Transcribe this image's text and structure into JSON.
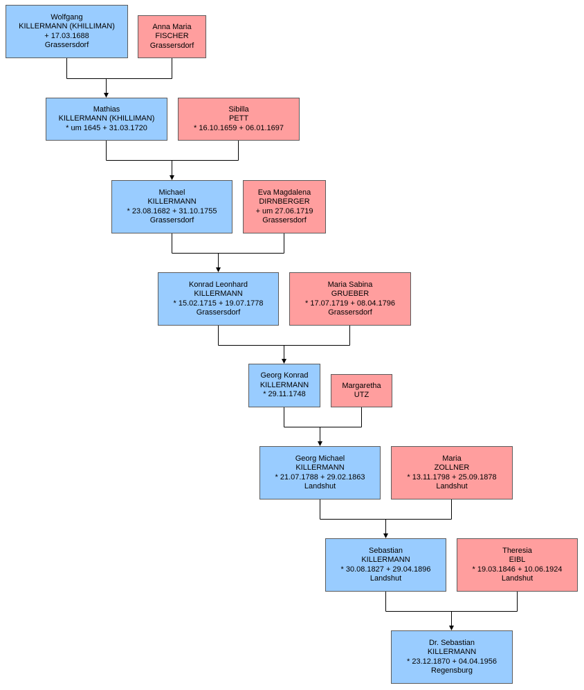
{
  "colors": {
    "male": "#99ccff",
    "female": "#ff9e9e",
    "line": "#000000"
  },
  "generations": [
    {
      "person": {
        "lines": [
          "Wolfgang",
          "KILLERMANN (KHILLIMAN)",
          "+ 17.03.1688",
          "Grassersdorf"
        ]
      },
      "spouse": {
        "lines": [
          "Anna Maria",
          "FISCHER",
          "Grassersdorf"
        ]
      }
    },
    {
      "person": {
        "lines": [
          "Mathias",
          "KILLERMANN (KHILLIMAN)",
          "* um 1645  + 31.03.1720"
        ]
      },
      "spouse": {
        "lines": [
          "Sibilla",
          "PETT",
          "* 16.10.1659  + 06.01.1697"
        ]
      }
    },
    {
      "person": {
        "lines": [
          "Michael",
          "KILLERMANN",
          "* 23.08.1682  + 31.10.1755",
          "Grassersdorf"
        ]
      },
      "spouse": {
        "lines": [
          "Eva Magdalena",
          "DIRNBERGER",
          "+ um 27.06.1719",
          "Grassersdorf"
        ]
      }
    },
    {
      "person": {
        "lines": [
          "Konrad Leonhard",
          "KILLERMANN",
          "* 15.02.1715  + 19.07.1778",
          "Grassersdorf"
        ]
      },
      "spouse": {
        "lines": [
          "Maria Sabina",
          "GRUEBER",
          "* 17.07.1719  + 08.04.1796",
          "Grassersdorf"
        ]
      }
    },
    {
      "person": {
        "lines": [
          "Georg Konrad",
          "KILLERMANN",
          "* 29.11.1748"
        ]
      },
      "spouse": {
        "lines": [
          "Margaretha",
          "UTZ"
        ]
      }
    },
    {
      "person": {
        "lines": [
          "Georg Michael",
          "KILLERMANN",
          "* 21.07.1788  + 29.02.1863",
          "Landshut"
        ]
      },
      "spouse": {
        "lines": [
          "Maria",
          "ZOLLNER",
          "* 13.11.1798  + 25.09.1878",
          "Landshut"
        ]
      }
    },
    {
      "person": {
        "lines": [
          "Sebastian",
          "KILLERMANN",
          "* 30.08.1827  + 29.04.1896",
          "Landshut"
        ]
      },
      "spouse": {
        "lines": [
          "Theresia",
          "EIBL",
          "* 19.03.1846  + 10.06.1924",
          "Landshut"
        ]
      }
    },
    {
      "person": {
        "lines": [
          "Dr. Sebastian",
          "KILLERMANN",
          "* 23.12.1870  + 04.04.1956",
          "Regensburg"
        ]
      }
    }
  ]
}
